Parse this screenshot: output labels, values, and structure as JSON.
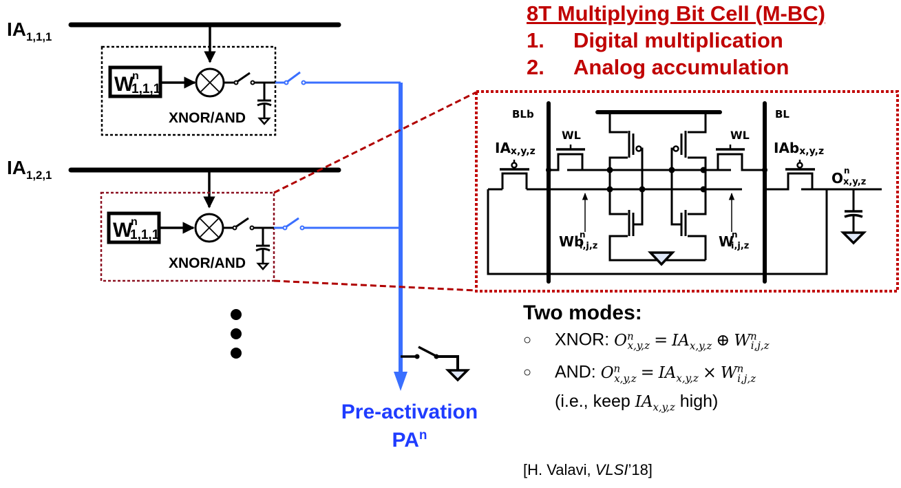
{
  "colors": {
    "accent_red": "#c00000",
    "dashed_box_red": "#a01020",
    "wire_blue": "#3a6fff",
    "label_blue": "#1f3cff",
    "ground_fill": "#e0e8f8"
  },
  "heading": {
    "title": "8T Multiplying Bit Cell (M-BC)",
    "items": [
      {
        "num": "1.",
        "text": "Digital multiplication"
      },
      {
        "num": "2.",
        "text": "Analog accumulation"
      }
    ]
  },
  "array": {
    "rows": [
      {
        "ia_label": "IA",
        "ia_sub": "1,1,1",
        "weight_label": "W",
        "weight_sup": "n",
        "weight_sub": "1,1,1",
        "gate_label": "XNOR/AND",
        "box_style": "dotted-black"
      },
      {
        "ia_label": "IA",
        "ia_sub": "1,2,1",
        "weight_label": "W",
        "weight_sup": "n",
        "weight_sub": "1,1,1",
        "gate_label": "XNOR/AND",
        "box_style": "dotted-red"
      }
    ],
    "ellipsis": "more rows",
    "output_label": "Pre-activation",
    "output_symbol": "PA",
    "output_sup": "n"
  },
  "cell": {
    "blb": "BLb",
    "bl": "BL",
    "wl_left": "WL",
    "wl_right": "WL",
    "ia_in": "IA",
    "ia_in_sub": "x,y,z",
    "iab_in": "IAb",
    "iab_in_sub": "x,y,z",
    "out": "O",
    "out_sup": "n",
    "out_sub": "x,y,z",
    "wb_node": "Wb",
    "wb_sup": "n",
    "wb_sub": "i,j,z",
    "w_node": "W",
    "w_sup": "n",
    "w_sub": "i,j,z"
  },
  "modes": {
    "heading": "Two modes:",
    "bullet": "○",
    "xnor": {
      "mode": "XNOR:",
      "lhs": "O",
      "lhs_sup": "n",
      "lhs_sub": "x,y,z",
      "eq": "=",
      "a": "IA",
      "a_sub": "x,y,z",
      "op": "⊕",
      "b": "W",
      "b_sup": "n",
      "b_sub": "i,j,z"
    },
    "and": {
      "mode": "AND:",
      "lhs": "O",
      "lhs_sup": "n",
      "lhs_sub": "x,y,z",
      "eq": "=",
      "a": "IA",
      "a_sub": "x,y,z",
      "op": "×",
      "b": "W",
      "b_sup": "n",
      "b_sub": "i,j,z"
    },
    "note_pre": "(i.e., keep ",
    "note_var": "IA",
    "note_var_sub": "x,y,z",
    "note_post": " high)"
  },
  "citation": {
    "pre": "[H. Valavi, ",
    "venue": "VLSI",
    "post": "’18]"
  }
}
